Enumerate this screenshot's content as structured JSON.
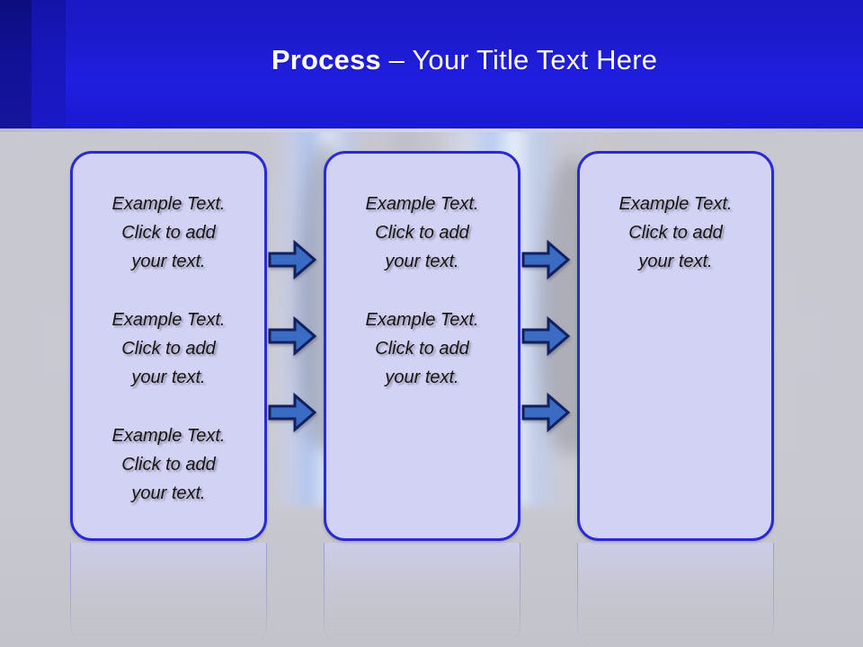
{
  "slide": {
    "title": {
      "bold_part": "Process",
      "rest_part": " – Your Title Text Here",
      "full": "Process – Your Title Text Here"
    },
    "colors": {
      "title_bar_blue": "#1d1bd8",
      "title_strip_dark": "#0d0d7e",
      "title_strip_mid": "#1817bd",
      "title_text": "#ffffff",
      "box_fill": "#d2d2f5",
      "box_border": "#2a2ad2",
      "arrow_fill": "#3a6cc4",
      "arrow_outline": "#12205e",
      "background": "#c9c9d2",
      "body_text": "#151515"
    },
    "boxes": [
      {
        "id": "box-1",
        "blocks": [
          "Example Text.\nClick  to add\nyour text.",
          "Example Text.\nClick  to add\nyour text.",
          "Example Text.\nClick  to add\nyour text."
        ]
      },
      {
        "id": "box-2",
        "blocks": [
          "Example Text.\nClick  to add\nyour text.",
          "Example Text.\nClick  to add\nyour text."
        ]
      },
      {
        "id": "box-3",
        "blocks": [
          "Example Text.\nClick  to add\nyour text."
        ]
      }
    ],
    "arrows": {
      "icon": "arrow-right-icon",
      "columns": 2,
      "rows": 3,
      "direction": "right"
    }
  }
}
